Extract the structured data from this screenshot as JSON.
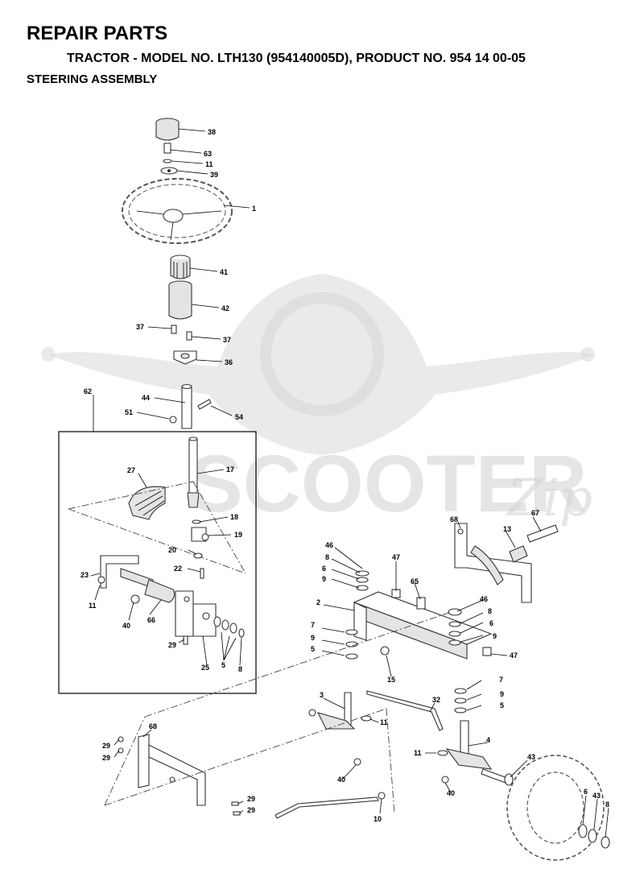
{
  "header": {
    "title": "REPAIR PARTS",
    "subtitle": "TRACTOR - MODEL NO. LTH130 (954140005D), PRODUCT NO. 954 14 00-05",
    "section": "STEERING ASSEMBLY"
  },
  "watermark": {
    "text": "SCOOTER",
    "script": "Zip",
    "color": "#d5d5d5"
  },
  "callouts": {
    "c38": "38",
    "c63": "63",
    "c11a": "11",
    "c39": "39",
    "c1": "1",
    "c41": "41",
    "c42": "42",
    "c37a": "37",
    "c37b": "37",
    "c36": "36",
    "c62": "62",
    "c44": "44",
    "c51": "51",
    "c54": "54",
    "c17": "17",
    "c27": "27",
    "c18": "18",
    "c19": "19",
    "c20": "20",
    "c22": "22",
    "c23": "23",
    "c11b": "11",
    "c40a": "40",
    "c66": "66",
    "c29a": "29",
    "c25": "25",
    "c5a": "5",
    "c8a": "8",
    "c68a": "68",
    "c67": "67",
    "c13": "13",
    "c46a": "46",
    "c8b": "8",
    "c6a": "6",
    "c9a": "9",
    "c47a": "47",
    "c65": "65",
    "c2": "2",
    "c7a": "7",
    "c9b": "9",
    "c5b": "5",
    "c15": "15",
    "c46b": "46",
    "c8c": "8",
    "c6b": "6",
    "c9c": "9",
    "c47b": "47",
    "c7b": "7",
    "c9d": "9",
    "c5c": "5",
    "c3": "3",
    "c32": "32",
    "c11c": "11",
    "c11d": "11",
    "c4": "4",
    "c68b": "68",
    "c29b": "29",
    "c29c": "29",
    "c40b": "40",
    "c40c": "40",
    "c43a": "43",
    "c6c": "6",
    "c43b": "43",
    "c8d": "8",
    "c29d": "29",
    "c29e": "29",
    "c10": "10"
  }
}
